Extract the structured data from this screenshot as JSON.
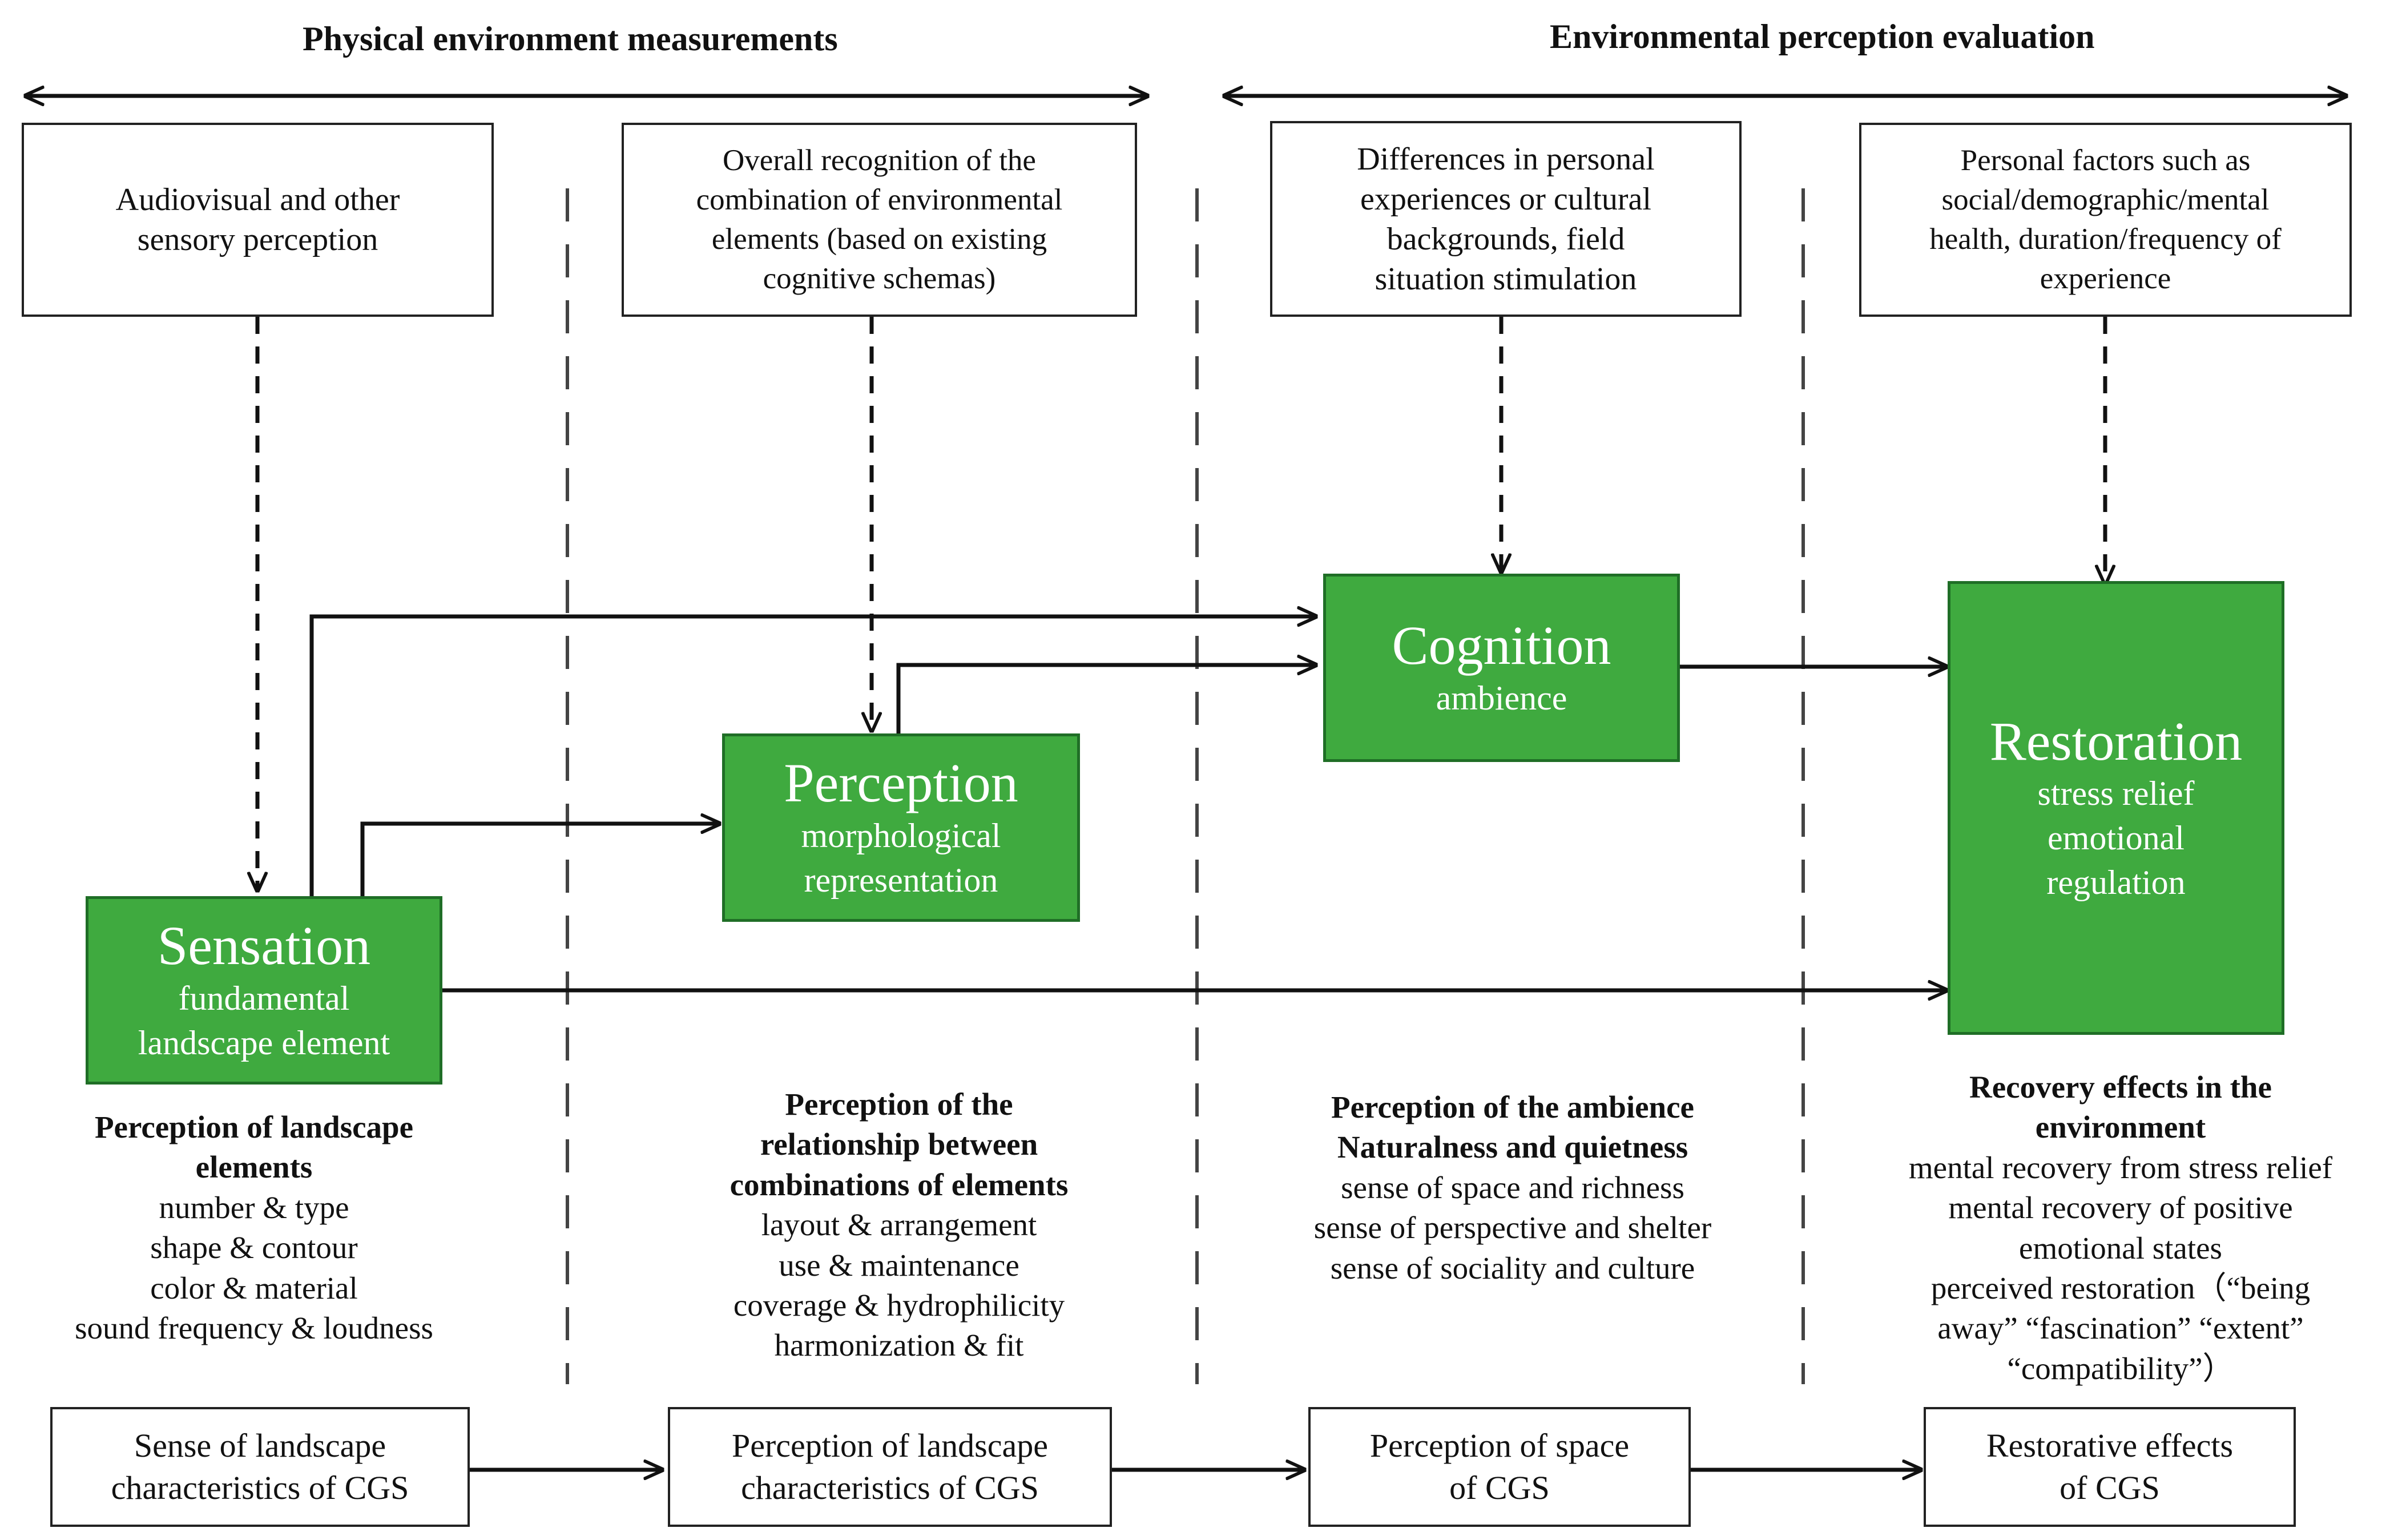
{
  "headers": {
    "left": "Physical environment measurements",
    "right": "Environmental perception evaluation"
  },
  "context_boxes": [
    "Audiovisual and other\nsensory perception",
    "Overall recognition of the\ncombination of environmental\nelements (based on existing\ncognitive schemas)",
    "Differences in personal\nexperiences or cultural\nbackgrounds, field\nsituation stimulation",
    "Personal factors such as\nsocial/demographic/mental\nhealth, duration/frequency of\nexperience"
  ],
  "stages": {
    "sensation": {
      "title": "Sensation",
      "subtitle": "fundamental\nlandscape element"
    },
    "perception": {
      "title": "Perception",
      "subtitle": "morphological\nrepresentation"
    },
    "cognition": {
      "title": "Cognition",
      "subtitle": "ambience"
    },
    "restoration": {
      "title": "Restoration",
      "subtitle": "stress relief\nemotional\nregulation"
    }
  },
  "descriptions": [
    {
      "title": "Perception of landscape\nelements",
      "items": [
        "number & type",
        "shape & contour",
        "color & material",
        "sound frequency & loudness"
      ]
    },
    {
      "title": "Perception of the\nrelationship between\ncombinations of elements",
      "items": [
        "layout & arrangement",
        "use & maintenance",
        "coverage & hydrophilicity",
        "harmonization & fit"
      ]
    },
    {
      "title": "Perception of the ambience\nNaturalness and quietness",
      "items": [
        "sense of space and richness",
        "sense of perspective and shelter",
        "sense of sociality and culture"
      ]
    },
    {
      "title": "Recovery effects in the\nenvironment",
      "items": [
        "mental recovery from stress relief",
        "mental recovery of positive\nemotional states",
        "perceived restoration（“being\naway” “fascination” “extent”\n“compatibility”）"
      ]
    }
  ],
  "bottom_boxes": [
    "Sense of landscape\ncharacteristics  of CGS",
    "Perception of landscape\ncharacteristics  of CGS",
    "Perception of space\nof CGS",
    "Restorative effects\nof CGS"
  ],
  "colors": {
    "stage_fill": "#3faa3f",
    "stage_border": "#1f6e26",
    "line": "#111111"
  }
}
